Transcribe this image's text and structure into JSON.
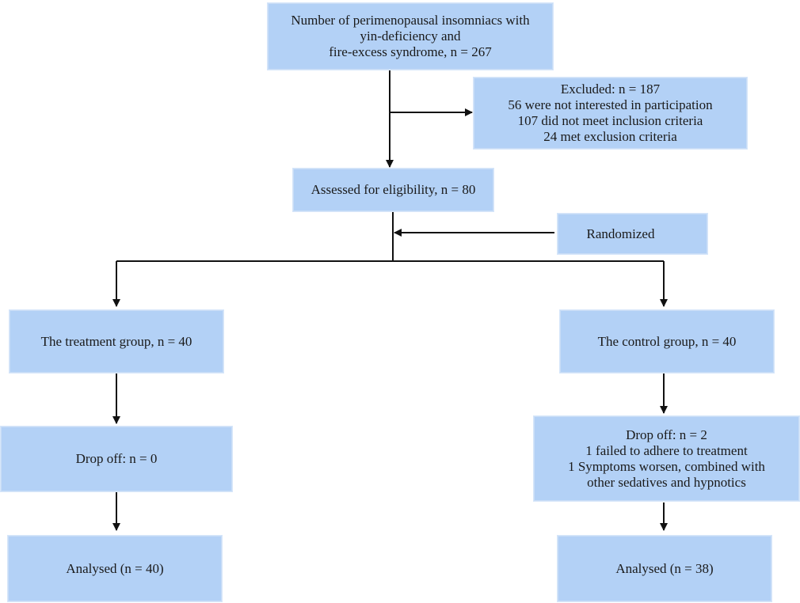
{
  "flowchart": {
    "enrolment": {
      "lines": [
        "Number of perimenopausal insomniacs with",
        "yin-deficiency and",
        "fire-excess syndrome, n = 267"
      ]
    },
    "excluded": {
      "lines": [
        "Excluded: n = 187",
        "56 were not interested in participation",
        "107 did not meet inclusion criteria",
        "24 met exclusion criteria"
      ]
    },
    "eligibility": {
      "label": "Assessed for eligibility, n = 80"
    },
    "randomized": {
      "label": "Randomized"
    },
    "treatment_group": {
      "label": "The treatment group, n = 40"
    },
    "control_group": {
      "label": "The control group, n = 40"
    },
    "treatment_dropoff": {
      "label": "Drop off: n = 0"
    },
    "control_dropoff": {
      "lines": [
        "Drop off: n = 2",
        "1 failed to adhere to treatment",
        "1 Symptoms worsen, combined with",
        "other sedatives and hypnotics"
      ]
    },
    "treatment_analysed": {
      "label": "Analysed (n = 40)"
    },
    "control_analysed": {
      "label": "Analysed (n = 38)"
    }
  }
}
